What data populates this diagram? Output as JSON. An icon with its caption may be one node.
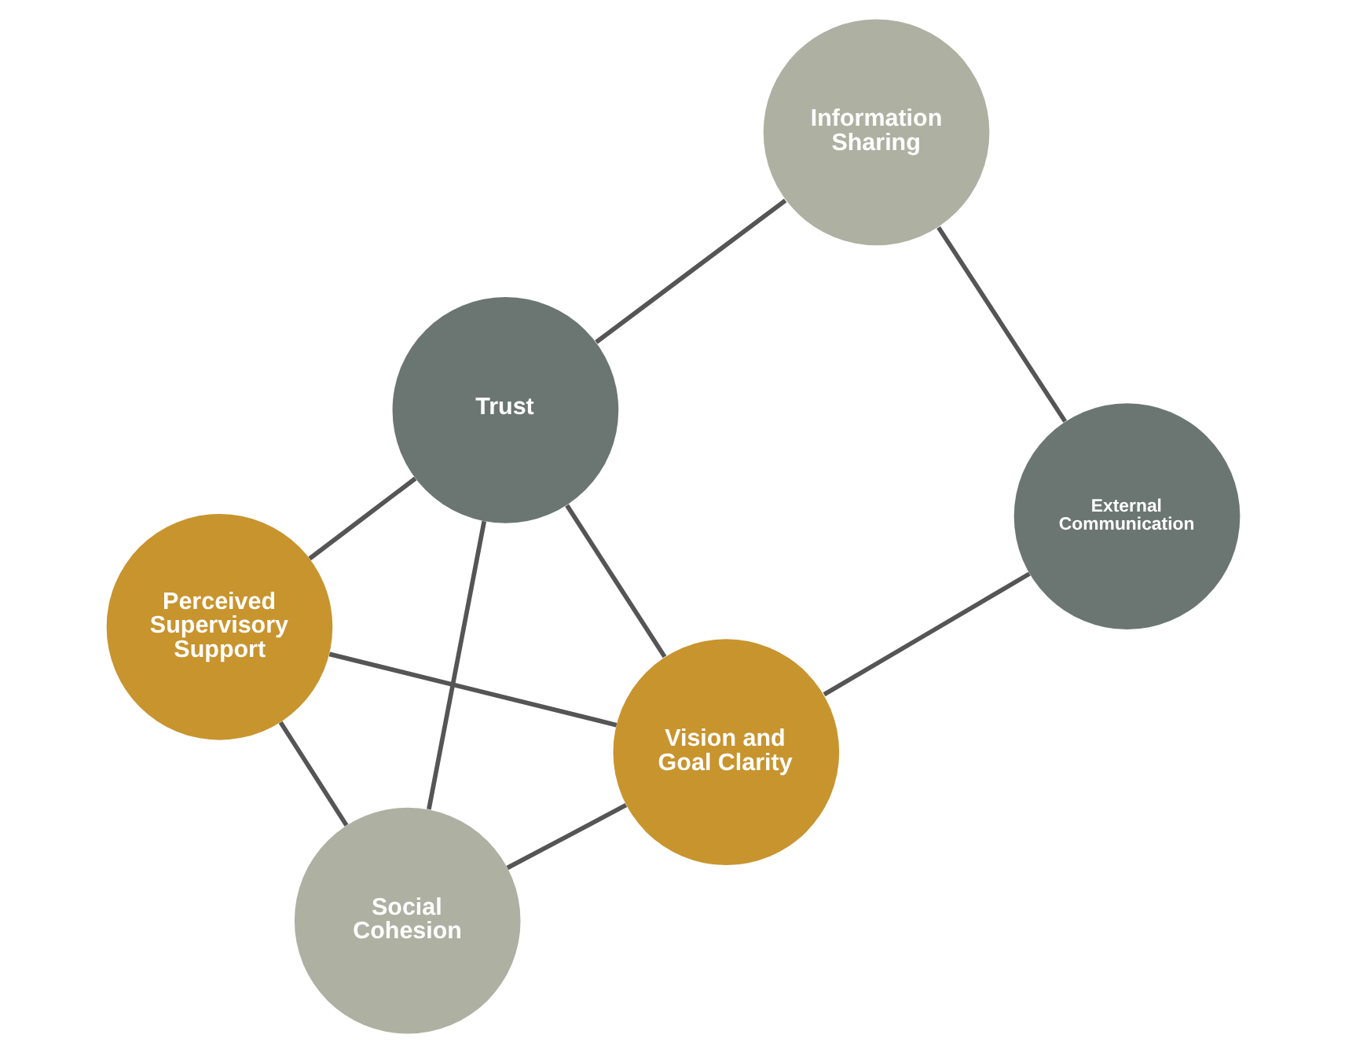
{
  "diagram": {
    "nodes": [
      {
        "text": [
          "Perceived Supervisory Support"
        ]
      },
      {
        "text": [
          "Social Cohesion"
        ]
      },
      {
        "text": [
          "External Communication"
        ]
      },
      {
        "text": [
          "Trust"
        ]
      },
      {
        "text": [
          "Information Sharing"
        ]
      },
      {
        "text": [
          "Vision and Goal Clarity"
        ]
      }
    ],
    "edges": [
      {
        "from": 0,
        "to": 1,
        "arrow": "none"
      },
      {
        "from": 0,
        "to": 3,
        "arrow": "none"
      },
      {
        "from": 0,
        "to": 5,
        "arrow": "none"
      },
      {
        "from": 1,
        "to": 3,
        "arrow": "none"
      },
      {
        "from": 1,
        "to": 5,
        "arrow": "none"
      },
      {
        "from": 2,
        "to": 5,
        "arrow": "none"
      },
      {
        "from": 2,
        "to": 4,
        "arrow": "none"
      },
      {
        "from": 3,
        "to": 4,
        "arrow": "none"
      },
      {
        "from": 3,
        "to": 5,
        "arrow": "none"
      }
    ]
  }
}
